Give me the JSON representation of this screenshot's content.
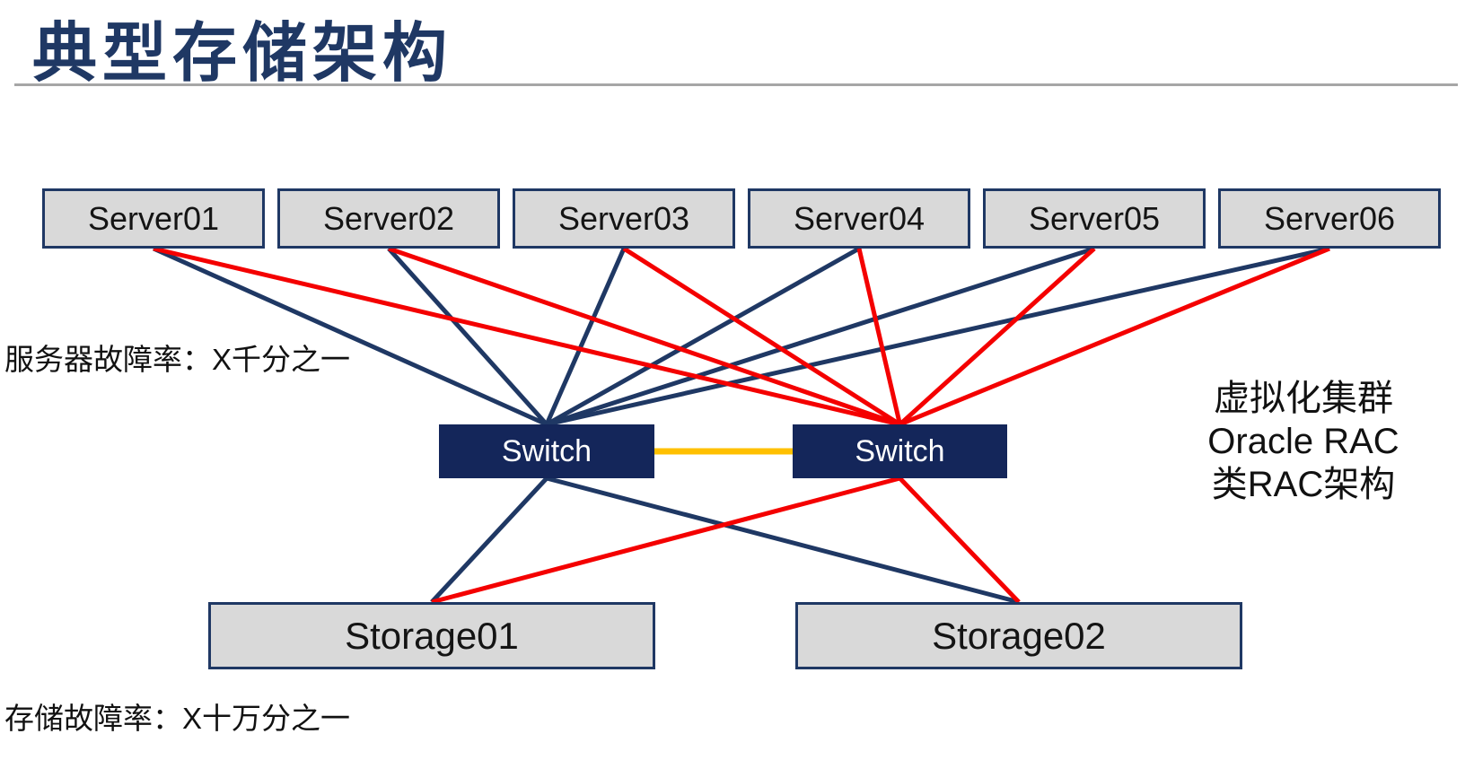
{
  "title": "典型存储架构",
  "annotations": {
    "server_failure_rate": "服务器故障率：X千分之一",
    "storage_failure_rate": "存储故障率：X十万分之一",
    "right_note": [
      "虚拟化集群",
      "Oracle RAC",
      "类RAC架构"
    ]
  },
  "nodes": {
    "servers": [
      {
        "id": "server-1",
        "label": "Server01"
      },
      {
        "id": "server-2",
        "label": "Server02"
      },
      {
        "id": "server-3",
        "label": "Server03"
      },
      {
        "id": "server-4",
        "label": "Server04"
      },
      {
        "id": "server-5",
        "label": "Server05"
      },
      {
        "id": "server-6",
        "label": "Server06"
      }
    ],
    "switches": [
      {
        "id": "switch-left",
        "label": "Switch"
      },
      {
        "id": "switch-right",
        "label": "Switch"
      }
    ],
    "storages": [
      {
        "id": "storage-1",
        "label": "Storage01"
      },
      {
        "id": "storage-2",
        "label": "Storage02"
      }
    ]
  },
  "connections": [
    {
      "from": "server-1",
      "to": "switch-left",
      "color": "navy"
    },
    {
      "from": "server-2",
      "to": "switch-left",
      "color": "navy"
    },
    {
      "from": "server-3",
      "to": "switch-left",
      "color": "navy"
    },
    {
      "from": "server-4",
      "to": "switch-left",
      "color": "navy"
    },
    {
      "from": "server-5",
      "to": "switch-left",
      "color": "navy"
    },
    {
      "from": "server-6",
      "to": "switch-left",
      "color": "navy"
    },
    {
      "from": "switch-left",
      "to": "storage-1",
      "color": "navy"
    },
    {
      "from": "switch-left",
      "to": "storage-2",
      "color": "navy"
    },
    {
      "from": "server-1",
      "to": "switch-right",
      "color": "red"
    },
    {
      "from": "server-2",
      "to": "switch-right",
      "color": "red"
    },
    {
      "from": "server-3",
      "to": "switch-right",
      "color": "red"
    },
    {
      "from": "server-4",
      "to": "switch-right",
      "color": "red"
    },
    {
      "from": "server-5",
      "to": "switch-right",
      "color": "red"
    },
    {
      "from": "server-6",
      "to": "switch-right",
      "color": "red"
    },
    {
      "from": "switch-right",
      "to": "storage-1",
      "color": "red"
    },
    {
      "from": "switch-right",
      "to": "storage-2",
      "color": "red"
    },
    {
      "from": "switch-left",
      "to": "switch-right",
      "color": "orange",
      "type": "interconnect"
    }
  ],
  "colors": {
    "title": "#1F3864",
    "navy": "#1F3864",
    "red": "#F40000",
    "interconnect": "#FFC000",
    "switch_fill": "#14265A",
    "box_fill": "#D9D9D9",
    "box_border": "#1F3864",
    "divider": "#A6A6A6"
  }
}
